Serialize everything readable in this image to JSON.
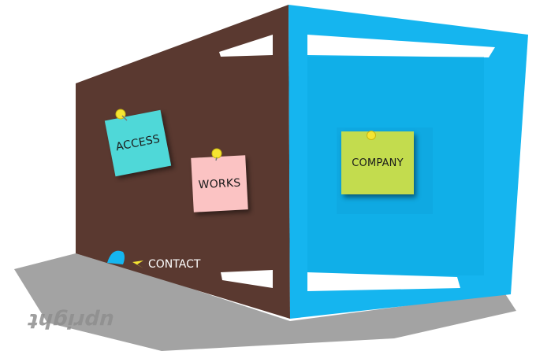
{
  "notes": {
    "access": "ACCESS",
    "works": "WORKS",
    "company": "COMPANY"
  },
  "contact": {
    "label": "CONTACT"
  },
  "logo": {
    "text": "upright"
  },
  "colors": {
    "brown_wall": "#5a3930",
    "blue_wall": "#15b5ef",
    "blue_inner": "#0fb0ea",
    "shadow": "#a0a0a0",
    "note_access": "#4fd8d8",
    "note_works": "#fbc3c3",
    "note_company": "#c3dc4e",
    "pin": "#f5e532"
  },
  "icons": {
    "pin": "pushpin-icon",
    "arrow": "arrow-left-icon"
  }
}
